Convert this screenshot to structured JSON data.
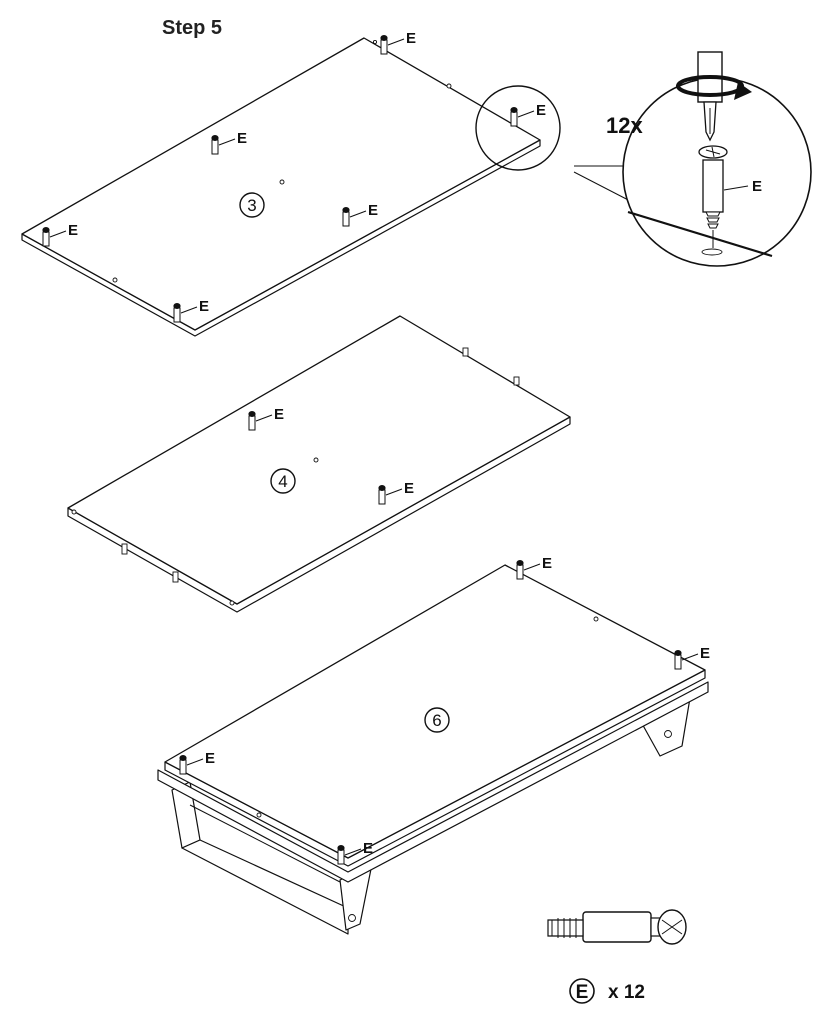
{
  "step_title": "Step 5",
  "part_label": "E",
  "panel_numbers": {
    "top": "3",
    "middle": "4",
    "bottom": "6"
  },
  "detail": {
    "quantity_text": "12x",
    "part_label": "E"
  },
  "legend": {
    "part_letter": "E",
    "quantity": "x 12"
  },
  "colors": {
    "line": "#111111",
    "background": "#ffffff"
  },
  "icons": [
    "screwdriver-icon",
    "rotation-arrow-icon",
    "cam-dowel-icon"
  ]
}
